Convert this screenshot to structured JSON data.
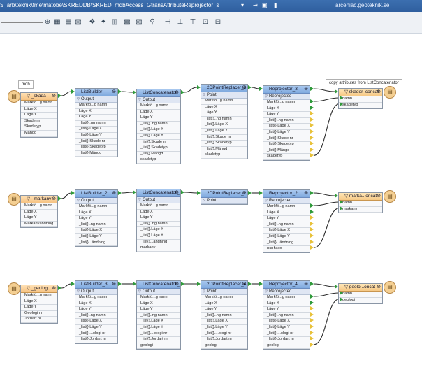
{
  "window": {
    "path": "S_arb\\teknik\\fme\\matobe\\SKREDDB\\SKRED_mdbAccess_GtransAttributeReprojector_s",
    "host": "arceniac.geoteknik.se"
  },
  "annotations": {
    "mdb": "mdb",
    "copy": "copy attributes from ListConcatenator"
  },
  "rows": [
    {
      "reader": {
        "name": "_skada",
        "attrs": [
          "Markfö...g namn",
          "Läge X",
          "Läge Y",
          "Skade nr",
          "Skadetyp",
          "Mängd"
        ]
      },
      "listbuilder": {
        "name": "ListBuilder",
        "port": "Output",
        "attrs": [
          "Markfö...g namn",
          "Läge X",
          "Läge Y",
          "_list{}..ng namn",
          "_list{}.Läge X",
          "_list{}.Läge Y",
          "_list{}.Skade nr",
          "_list{}.Skadetyp",
          "_list{}.Mängd"
        ]
      },
      "concat": {
        "name": "ListConcatenator",
        "port": "Output",
        "attrs": [
          "Markfö...g namn",
          "Läge X",
          "Läge Y",
          "_list{}..ng namn",
          "_list{}.Läge X",
          "_list{}.Läge Y",
          "_list{}.Skade nr",
          "_list{}.Skadetyp",
          "_list{}.Mängd",
          "skadetyp"
        ]
      },
      "replacer": {
        "name": "2DPointReplacer_3",
        "port": "Point",
        "attrs": [
          "Markfö...g namn",
          "Läge X",
          "Läge Y",
          "_list{}..ng namn",
          "_list{}.Läge X",
          "_list{}.Läge Y",
          "_list{}.Skade nr",
          "_list{}.Skadetyp",
          "_list{}.Mängd",
          "skadetyp"
        ]
      },
      "reproj": {
        "name": "Reprojector_3",
        "port": "Reprojected",
        "attrs": [
          "Markfö...g namn",
          "Läge X",
          "Läge Y",
          "_list{}..ng namn",
          "_list{}.Läge X",
          "_list{}.Läge Y",
          "_list{}.Skade nr",
          "_list{}.Skadetyp",
          "_list{}.Mängd",
          "skadetyp"
        ]
      },
      "writer": {
        "name": "skador_concat",
        "attrs": [
          "namn",
          "skadetyp"
        ]
      }
    },
    {
      "reader": {
        "name": "_markanv",
        "attrs": [
          "Markfö...g namn",
          "Läge X",
          "Läge Y",
          "Markanvändning"
        ]
      },
      "listbuilder": {
        "name": "ListBuilder_2",
        "port": "Output",
        "attrs": [
          "Markfö...g namn",
          "Läge X",
          "Läge Y",
          "_list{}..ng namn",
          "_list{}.Läge X",
          "_list{}.Läge Y",
          "_list{}...ändning"
        ]
      },
      "concat": {
        "name": "ListConcatenator_2",
        "port": "Output",
        "attrs": [
          "Markfö...g namn",
          "Läge X",
          "Läge Y",
          "_list{}..ng namn",
          "_list{}.Läge X",
          "_list{}.Läge Y",
          "_list{}...ändning",
          "markanv"
        ]
      },
      "replacer": {
        "name": "2DPointReplacer_2",
        "port": "Point",
        "attrs": []
      },
      "reproj": {
        "name": "Reprojector_2",
        "port": "Reprojected",
        "attrs": [
          "Markfö...g namn",
          "Läge X",
          "Läge Y",
          "_list{}..ng namn",
          "_list{}.Läge X",
          "_list{}.Läge Y",
          "_list{}...ändning",
          "markanv"
        ]
      },
      "writer": {
        "name": "marka...oncat",
        "attrs": [
          "namn",
          "markanv"
        ]
      }
    },
    {
      "reader": {
        "name": "_geologi",
        "attrs": [
          "Markfö...g namn",
          "Läge X",
          "Läge Y",
          "Geologi nr",
          "Jordart nr"
        ]
      },
      "listbuilder": {
        "name": "ListBuilder_3",
        "port": "Output",
        "attrs": [
          "Markfö...g namn",
          "Läge X",
          "Läge Y",
          "_list{}..ng namn",
          "_list{}.Läge X",
          "_list{}.Läge Y",
          "_list{}....ologi nr",
          "_list{}.Jordart nr"
        ]
      },
      "concat": {
        "name": "ListConcatenator_3",
        "port": "Output",
        "attrs": [
          "Markfö...g namn",
          "Läge X",
          "Läge Y",
          "_list{}..ng namn",
          "_list{}.Läge X",
          "_list{}.Läge Y",
          "_list{}....ologi nr",
          "_list{}.Jordart nr",
          "geologi"
        ]
      },
      "replacer": {
        "name": "2DPointReplacer_4",
        "port": "Point",
        "attrs": [
          "Markfö...g namn",
          "Läge X",
          "Läge Y",
          "_list{}..ng namn",
          "_list{}.Läge X",
          "_list{}.Läge Y",
          "_list{}....ologi nr",
          "_list{}.Jordart nr",
          "geologi"
        ]
      },
      "reproj": {
        "name": "Reprojector_4",
        "port": "Reprojected",
        "attrs": [
          "Markfö...g namn",
          "Läge X",
          "Läge Y",
          "_list{}..ng namn",
          "_list{}.Läge X",
          "_list{}.Läge Y",
          "_list{}....ologi nr",
          "_list{}.Jordart nr",
          "geologi"
        ]
      },
      "writer": {
        "name": "geolo...oncat",
        "attrs": [
          "namn",
          "geologi"
        ]
      }
    }
  ]
}
